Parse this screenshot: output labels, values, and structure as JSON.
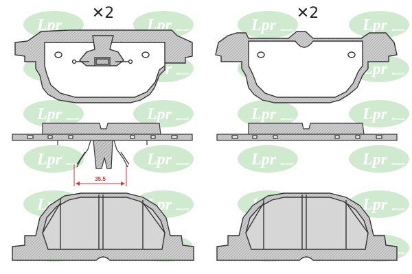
{
  "quantity_left": "✕2",
  "quantity_right": "✕2",
  "dimension_label": "35.5",
  "watermark": {
    "logo": "Lpr",
    "sub": "BRAKES"
  },
  "colors": {
    "outline": "#333333",
    "fill": "#cfcfcf",
    "watermark": "#bfe3bf",
    "watermark_text": "#ffffff",
    "dimension": "#e03030"
  }
}
